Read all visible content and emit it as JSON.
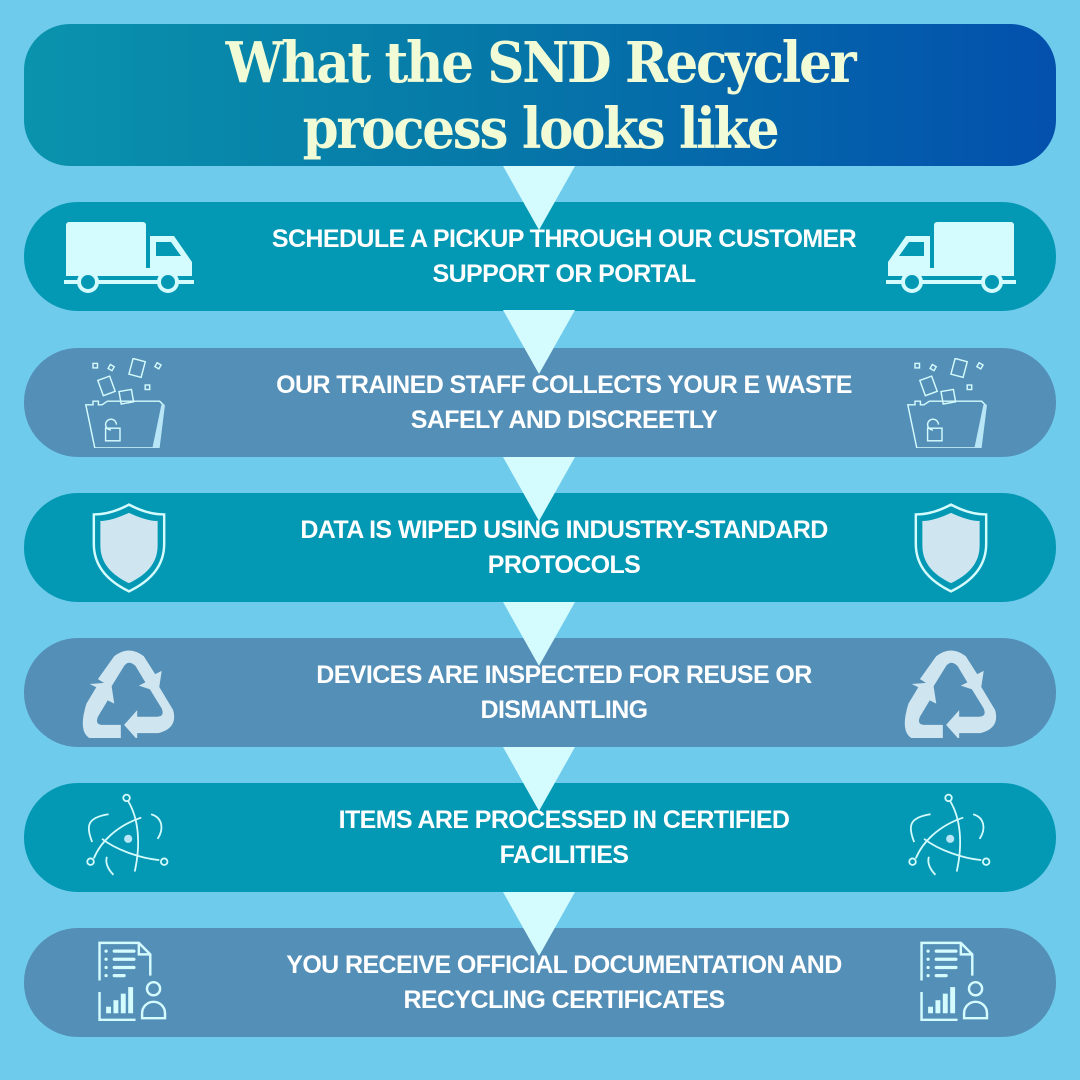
{
  "header": {
    "title_line1": "What the SND Recycler",
    "title_line2": "process looks like"
  },
  "colors": {
    "background": "#6fcbec",
    "title_gradient_start": "#0a93ad",
    "title_gradient_end": "#0350ad",
    "title_text": "#f1fbd6",
    "pill_teal": "#0398b3",
    "pill_steel": "#548fb7",
    "arrow": "#d4fbfd",
    "icon": "#d4fbfd"
  },
  "steps": [
    {
      "line1": "SCHEDULE A PICKUP THROUGH OUR CUSTOMER",
      "line2": "SUPPORT OR PORTAL",
      "icon": "truck-icon"
    },
    {
      "line1": "OUR TRAINED STAFF COLLECTS YOUR E WASTE",
      "line2": "SAFELY AND DISCREETLY",
      "icon": "unlocked-folder-icon"
    },
    {
      "line1": "DATA IS WIPED USING INDUSTRY-STANDARD",
      "line2": "PROTOCOLS",
      "icon": "shield-icon"
    },
    {
      "line1": "DEVICES ARE INSPECTED FOR REUSE OR",
      "line2": "DISMANTLING",
      "icon": "recycle-icon"
    },
    {
      "line1": "ITEMS ARE PROCESSED IN CERTIFIED",
      "line2": "FACILITIES",
      "icon": "atom-icon"
    },
    {
      "line1": "YOU RECEIVE OFFICIAL DOCUMENTATION AND",
      "line2": "RECYCLING CERTIFICATES",
      "icon": "report-document-icon"
    }
  ]
}
